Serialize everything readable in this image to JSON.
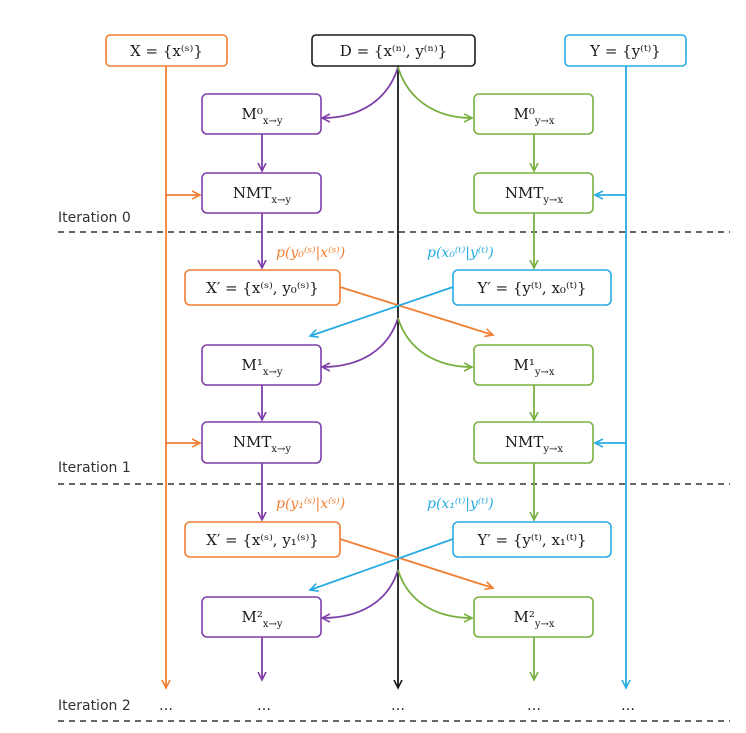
{
  "colors": {
    "orange": "#F07F34",
    "purple": "#7E3FA9",
    "green": "#78B040",
    "blue": "#27ABE2",
    "black": "#1a1a1a"
  },
  "top_boxes": {
    "x_set": "X = {x⁽ˢ⁾}",
    "d_set": "D = {x⁽ⁿ⁾, y⁽ⁿ⁾}",
    "y_set": "Y = {y⁽ᵗ⁾}"
  },
  "models": {
    "m0_xy": "M⁰",
    "m0_yx": "M⁰",
    "nmt_xy_0": "NMT",
    "nmt_yx_0": "NMT",
    "m1_xy": "M¹",
    "m1_yx": "M¹",
    "nmt_xy_1": "NMT",
    "nmt_yx_1": "NMT",
    "m2_xy": "M²",
    "m2_yx": "M²",
    "sub_xy": "x→y",
    "sub_yx": "y→x"
  },
  "synthetic": {
    "xprime_0": "X′ = {x⁽ˢ⁾, y₀⁽ˢ⁾}",
    "yprime_0": "Y′ = {y⁽ᵗ⁾, x₀⁽ᵗ⁾}",
    "xprime_1": "X′ = {x⁽ˢ⁾, y₁⁽ˢ⁾}",
    "yprime_1": "Y′ = {y⁽ᵗ⁾, x₁⁽ᵗ⁾}"
  },
  "probabilities": {
    "p_y0": "p(y₀⁽ˢ⁾|x⁽ˢ⁾)",
    "p_x0": "p(x₀⁽ᵗ⁾|y⁽ᵗ⁾)",
    "p_y1": "p(y₁⁽ˢ⁾|x⁽ˢ⁾)",
    "p_x1": "p(x₁⁽ᵗ⁾|y⁽ᵗ⁾)"
  },
  "iterations": {
    "it0": "Iteration 0",
    "it1": "Iteration 1",
    "it2": "Iteration 2"
  },
  "ellipsis": "…"
}
